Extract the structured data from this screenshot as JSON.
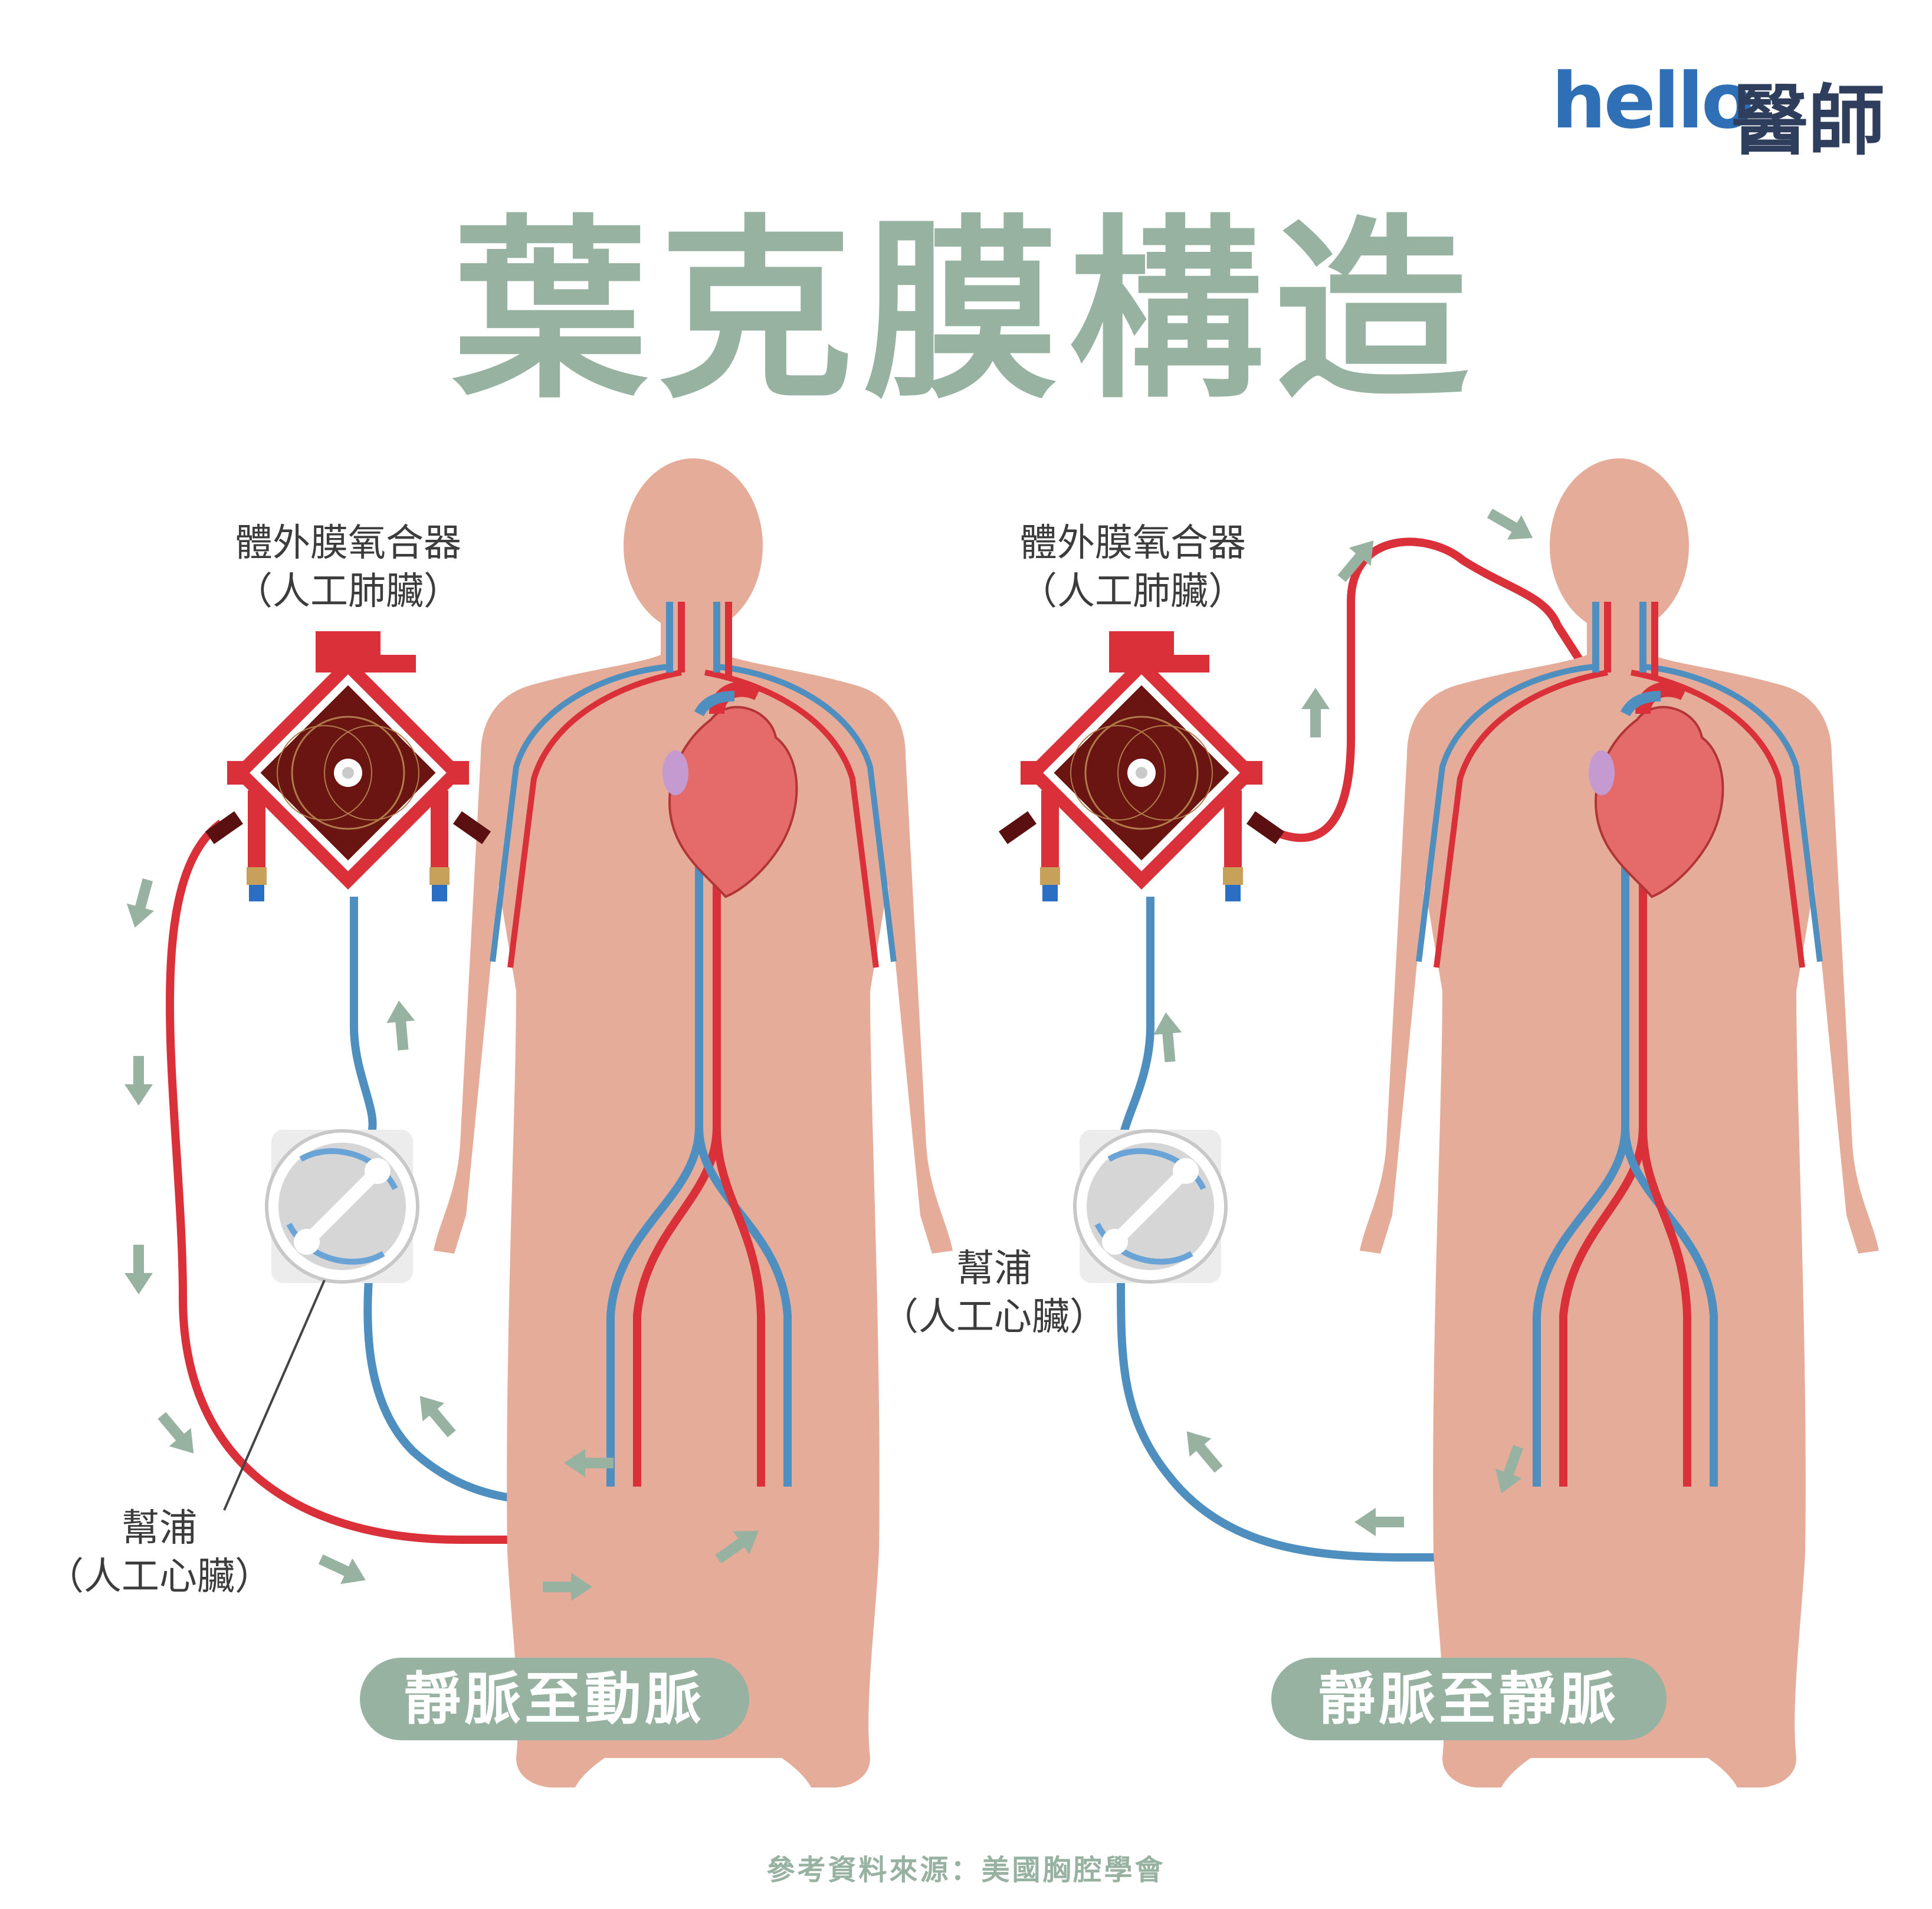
{
  "brand": {
    "latin": "hello",
    "cjk": "醫師"
  },
  "title": "葉克膜構造",
  "left_panel": {
    "oxygenator_label_1": "體外膜氧合器",
    "oxygenator_label_2": "（人工肺臟）",
    "pump_label_1": "幫浦",
    "pump_label_2": "（人工心臟）",
    "mode": "靜脈至動脈"
  },
  "right_panel": {
    "oxygenator_label_1": "體外膜氧合器",
    "oxygenator_label_2": "（人工肺臟）",
    "pump_label_1": "幫浦",
    "pump_label_2": "（人工心臟）",
    "mode": "靜脈至靜脈"
  },
  "source_note": "參考資料來源：美國胸腔學會",
  "colors": {
    "accent_sage": "#98b2a1",
    "skin": "#e5ad99",
    "artery_red": "#d9303a",
    "vein_blue": "#4f8fc0",
    "oxygenator_dark": "#6b1512",
    "brand_blue": "#2f6fb6"
  }
}
